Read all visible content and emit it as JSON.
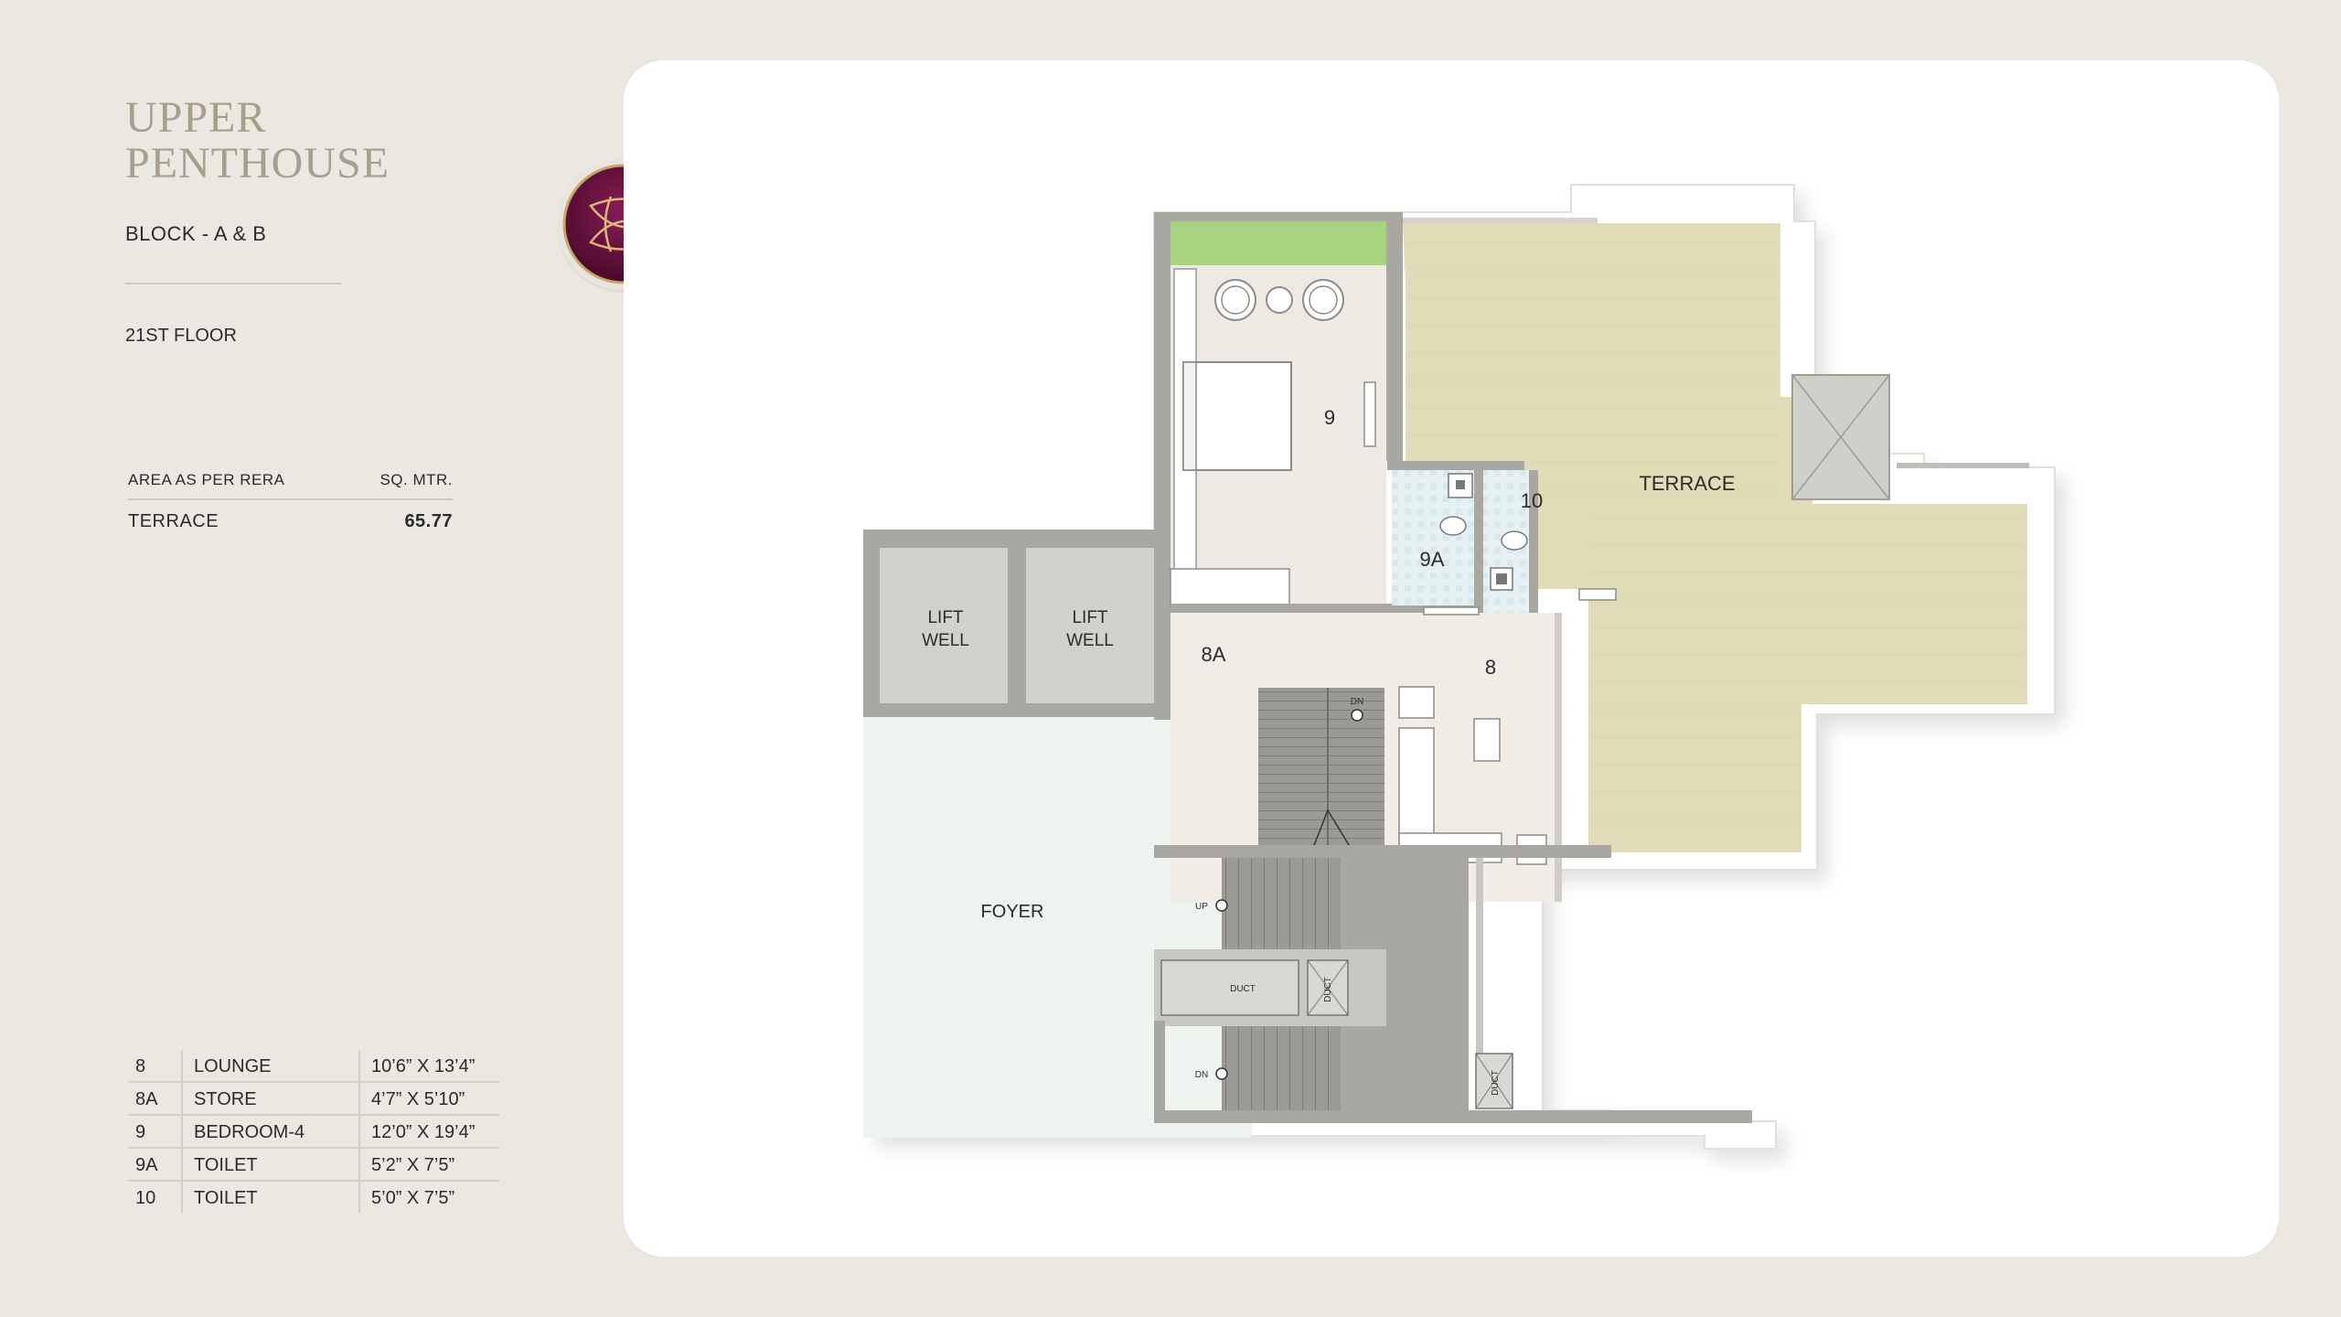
{
  "header": {
    "title_line1": "UPPER",
    "title_line2": "PENTHOUSE",
    "block": "BLOCK - A & B",
    "floor": "21ST FLOOR"
  },
  "area_table": {
    "col1": "AREA AS PER RERA",
    "col2": "SQ. MTR.",
    "rows": [
      {
        "name": "TERRACE",
        "value": "65.77"
      }
    ]
  },
  "rooms": [
    {
      "id": "8",
      "name": "LOUNGE",
      "size": "10’6” X 13’4”"
    },
    {
      "id": "8A",
      "name": "STORE",
      "size": "4’7” X 5’10”"
    },
    {
      "id": "9",
      "name": "BEDROOM-4",
      "size": "12’0” X 19’4”"
    },
    {
      "id": "9A",
      "name": "TOILET",
      "size": "5’2” X 7’5”"
    },
    {
      "id": "10",
      "name": "TOILET",
      "size": "5’0” X 7’5”"
    }
  ],
  "plan": {
    "terrace": "TERRACE",
    "foyer": "FOYER",
    "lift1_line1": "LIFT",
    "lift1_line2": "WELL",
    "lift2_line1": "LIFT",
    "lift2_line2": "WELL",
    "room8": "8",
    "room8a": "8A",
    "room9": "9",
    "room9a": "9A",
    "room10": "10",
    "up": "UP",
    "dn": "DN",
    "dn2": "DN",
    "duct1": "DUCT",
    "duct2": "DUCT",
    "duct3": "DUCT"
  },
  "colors": {
    "background": "#ebe8e1",
    "title": "#a79f8c",
    "terrace": "#e0dcb8",
    "foyer": "#eef3ef",
    "wall": "#b4b2ab",
    "logo": "#6a1242"
  }
}
